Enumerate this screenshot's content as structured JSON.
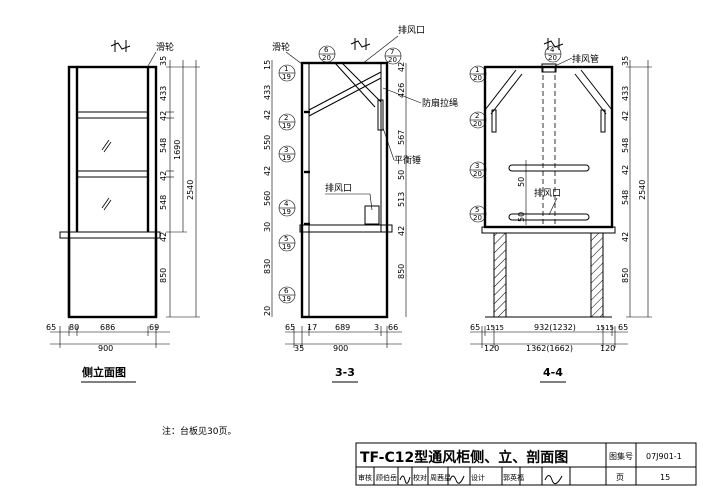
{
  "views": {
    "side": {
      "title": "侧立面图",
      "pulley_label": "滑轮",
      "top_dims": [
        "35",
        "433",
        "42",
        "548",
        "42",
        "548",
        "42"
      ],
      "mid_dim": "1690",
      "bottom_dim": "850",
      "total_dim": "2540",
      "width_dims": [
        "65",
        "80",
        "686",
        "69"
      ],
      "overall_width": "900"
    },
    "section_3_3": {
      "title": "3-3",
      "labels": {
        "pulley": "滑轮",
        "exhaust_top": "排风口",
        "anti_twist_rope": "防扇拉绳",
        "counterweight": "平衡锤",
        "exhaust_mid": "排风口"
      },
      "left_dims": [
        "15",
        "433",
        "42",
        "550",
        "42",
        "560",
        "30",
        "830",
        "20"
      ],
      "right_dims": [
        "42",
        "426",
        "567",
        "50",
        "513",
        "42",
        "850"
      ],
      "width_dims": [
        "65",
        "17",
        "689",
        "3",
        "66"
      ],
      "bottom_dims": [
        "35",
        "900"
      ],
      "callouts": [
        {
          "num": "6",
          "sheet": "20"
        },
        {
          "num": "7",
          "sheet": "20"
        },
        {
          "num": "1",
          "sheet": "19"
        },
        {
          "num": "2",
          "sheet": "19"
        },
        {
          "num": "3",
          "sheet": "19"
        },
        {
          "num": "4",
          "sheet": "19"
        },
        {
          "num": "5",
          "sheet": "19"
        },
        {
          "num": "6",
          "sheet": "19"
        }
      ]
    },
    "section_4_4": {
      "title": "4-4",
      "labels": {
        "exhaust_pipe": "排风管",
        "exhaust_port": "排风口"
      },
      "right_dims": [
        "35",
        "433",
        "42",
        "548",
        "42",
        "548",
        "42",
        "850"
      ],
      "total_dim": "2540",
      "inner_dims": [
        "50",
        "50"
      ],
      "width_dims": [
        "65",
        "15",
        "15",
        "932(1232)",
        "15",
        "15",
        "65"
      ],
      "bottom_dims": [
        "120",
        "1362(1662)",
        "120"
      ],
      "callouts": [
        {
          "num": "4",
          "sheet": "20"
        },
        {
          "num": "1",
          "sheet": "20"
        },
        {
          "num": "2",
          "sheet": "20"
        },
        {
          "num": "3",
          "sheet": "20"
        },
        {
          "num": "5",
          "sheet": "20"
        }
      ]
    }
  },
  "note": "注：台板见30页。",
  "title_block": {
    "title": "TF-C12型通风柜侧、立、剖面图",
    "atlas_label": "图集号",
    "atlas_no": "07J901-1",
    "review_label": "审核",
    "reviewer": "顾伯岳",
    "check_label": "校对",
    "checker": "周茜星",
    "design_label": "设计",
    "designer": "郭英福",
    "page_label": "页",
    "page_no": "15"
  }
}
